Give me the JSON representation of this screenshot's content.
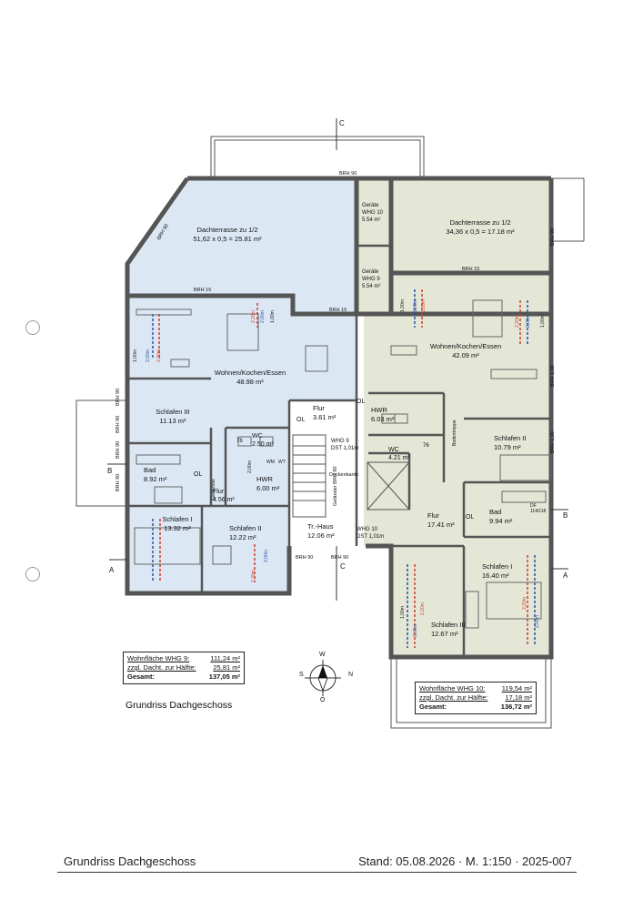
{
  "page": {
    "footer_title": "Grundriss Dachgeschoss",
    "footer_meta": "Stand: 05.08.2026 · M. 1:150 · 2025-007",
    "plan_caption": "Grundriss Dachgeschoss"
  },
  "colors": {
    "whg9": "#dbe8f4",
    "whg10": "#e4e7d6",
    "wall": "#555555",
    "accent_red": "#d23b2a",
    "accent_blue": "#2a4fa8"
  },
  "markers": {
    "section_c_top": "C",
    "section_c_bottom": "C",
    "section_a_left": "A",
    "section_a_right": "A",
    "section_b_left": "B",
    "section_b_right": "B"
  },
  "brh": {
    "top": "BRH 90",
    "left_diag": "BRH 90",
    "right_side": "BRH 90",
    "whg9_top": "BRH 15",
    "whg10_top": "BRH 15",
    "mid_15": "BRH 15",
    "left_1": "BRH 90",
    "left_2": "BRH 90",
    "left_3": "BRH 90",
    "left_4": "BRH 90",
    "bottom_1": "BRH 90",
    "bottom_2": "BRH 90",
    "right_1": "BRH 1,00",
    "right_2": "BRH 1,00",
    "gelaender": "Geländer BRH 90"
  },
  "rooms_whg9": [
    {
      "name": "Dachterrasse zu 1/2",
      "area": "51,62 x 0,5 = 25.81 m²"
    },
    {
      "name": "Wohnen/Kochen/Essen",
      "area": "48.98 m²"
    },
    {
      "name": "Schlafen III",
      "area": "11.13 m²"
    },
    {
      "name": "Bad",
      "area": "8.92 m²"
    },
    {
      "name": "Flur",
      "area": "4.56 m²"
    },
    {
      "name": "HWR",
      "area": "6.00 m²"
    },
    {
      "name": "WC",
      "area": "2.50 m²"
    },
    {
      "name": "Schlafen I",
      "area": "13.32 m²"
    },
    {
      "name": "Schlafen II",
      "area": "12.22 m²"
    },
    {
      "name": "Flur",
      "area": "3.61 m²"
    }
  ],
  "rooms_whg10": [
    {
      "name": "Dachterrasse zu 1/2",
      "area": "34,36 x 0,5 = 17.18 m²"
    },
    {
      "name": "Wohnen/Kochen/Essen",
      "area": "42.09 m²"
    },
    {
      "name": "HWR",
      "area": "6.03 m²"
    },
    {
      "name": "WC",
      "area": "4.21 m²"
    },
    {
      "name": "Schlafen II",
      "area": "10.79 m²"
    },
    {
      "name": "Flur",
      "area": "17.41 m²"
    },
    {
      "name": "Bad",
      "area": "9.94 m²"
    },
    {
      "name": "Schlafen I",
      "area": "16.40 m²"
    },
    {
      "name": "Schlafen III",
      "area": "12.67 m²"
    }
  ],
  "shared": {
    "geraete10": "Geräte WHG 10",
    "geraete10_area": "5.54 m²",
    "geraete9": "Geräte WHG 9",
    "geraete9_area": "5.54 m²",
    "treppenhaus": "Tr.-Haus",
    "treppenhaus_area": "12.06 m²",
    "whg9_dst": "WHG 9",
    "whg9_dst2": "DST 1,01m",
    "whg10_dst": "WHG 10",
    "whg10_dst2": "DST 1,01m",
    "deckenkante": "Deckenkante",
    "ol": "OL",
    "dimension_76": "76",
    "dimension_200": "2,00m",
    "dimension_220": "2,20m",
    "dimension_100": "1,00m",
    "wm": "WM",
    "wt": "WT",
    "df": "DF 114/118",
    "bodentreppe": "Bodentreppe",
    "garderobe": "Garderobe"
  },
  "summary_whg9": {
    "row1_k": "Wohnfläche WHG 9:",
    "row1_v": "111,24 m²",
    "row2_k": "zzgl. Dacht. zur Hälfte:",
    "row2_v": "25,81 m²",
    "row3_k": "Gesamt:",
    "row3_v": "137,05 m²"
  },
  "summary_whg10": {
    "row1_k": "Wohnfläche WHG 10:",
    "row1_v": "119,54 m²",
    "row2_k": "zzgl. Dacht. zur Hälfte:",
    "row2_v": "17,18 m²",
    "row3_k": "Gesamt:",
    "row3_v": "136,72 m²"
  },
  "compass": {
    "n": "N",
    "s": "S",
    "w": "W",
    "o": "O"
  }
}
